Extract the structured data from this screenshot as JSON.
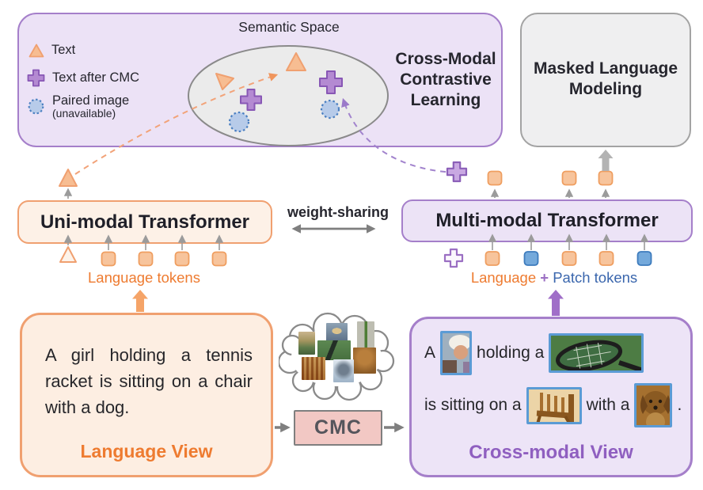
{
  "semantic_space": {
    "title": "Semantic Space",
    "legend": [
      {
        "icon": "triangle-icon",
        "label": "Text"
      },
      {
        "icon": "plus-icon",
        "label": "Text after CMC"
      },
      {
        "icon": "dotted-circle-icon",
        "label": "Paired image",
        "sublabel": "(unavailable)"
      }
    ]
  },
  "objectives": {
    "contrastive": "Cross-Modal Contrastive Learning",
    "masked_language_modeling": "Masked Language Modeling"
  },
  "transformers": {
    "uni_modal": "Uni-modal Transformer",
    "multi_modal": "Multi-modal Transformer",
    "weight_sharing": "weight-sharing"
  },
  "token_labels": {
    "language_tokens": "Language tokens",
    "language": "Language",
    "plus": "+",
    "patch_tokens": "Patch tokens"
  },
  "language_view": {
    "sentence": "A girl holding a tennis racket is sitting on a chair with a dog.",
    "label": "Language View"
  },
  "cmc": {
    "label": "CMC"
  },
  "cross_modal_view": {
    "seg_a": "A",
    "seg_holding": "holding a",
    "seg_sitting": "is sitting on a",
    "seg_with": "with a",
    "seg_period": ".",
    "label": "Cross-modal View",
    "inline_images": [
      "girl",
      "tennis-racket",
      "chair",
      "dog"
    ]
  },
  "colors": {
    "orange_accent": "#ee7b30",
    "orange_border": "#f0a070",
    "purple_accent": "#8f5fc0",
    "purple_border": "#a57fca",
    "blue_accent": "#3a66ad",
    "gray_border": "#a3a3a3"
  }
}
